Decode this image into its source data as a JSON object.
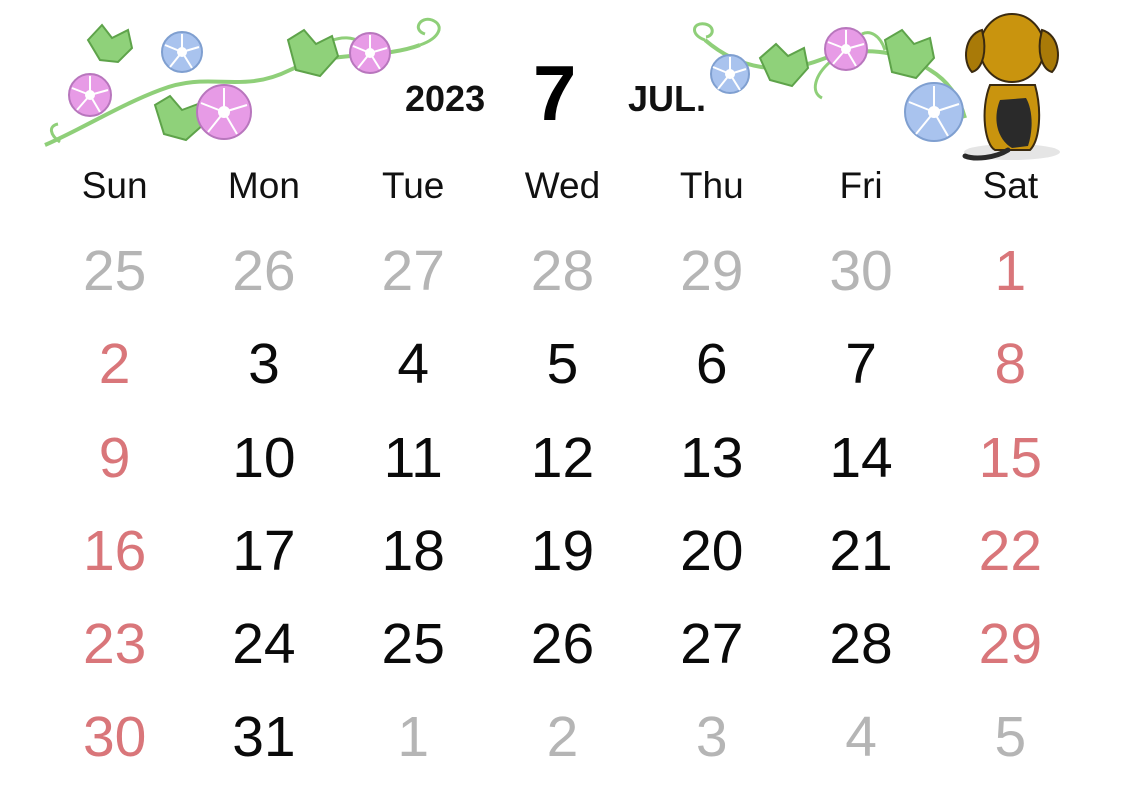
{
  "calendar": {
    "year": "2023",
    "month_number": "7",
    "month_name": "JUL.",
    "weekdays": [
      "Sun",
      "Mon",
      "Tue",
      "Wed",
      "Thu",
      "Fri",
      "Sat"
    ],
    "weeks": [
      [
        {
          "day": "25",
          "kind": "other"
        },
        {
          "day": "26",
          "kind": "other"
        },
        {
          "day": "27",
          "kind": "other"
        },
        {
          "day": "28",
          "kind": "other"
        },
        {
          "day": "29",
          "kind": "other"
        },
        {
          "day": "30",
          "kind": "other"
        },
        {
          "day": "1",
          "kind": "weekend"
        }
      ],
      [
        {
          "day": "2",
          "kind": "weekend"
        },
        {
          "day": "3",
          "kind": "weekday"
        },
        {
          "day": "4",
          "kind": "weekday"
        },
        {
          "day": "5",
          "kind": "weekday"
        },
        {
          "day": "6",
          "kind": "weekday"
        },
        {
          "day": "7",
          "kind": "weekday"
        },
        {
          "day": "8",
          "kind": "weekend"
        }
      ],
      [
        {
          "day": "9",
          "kind": "weekend"
        },
        {
          "day": "10",
          "kind": "weekday"
        },
        {
          "day": "11",
          "kind": "weekday"
        },
        {
          "day": "12",
          "kind": "weekday"
        },
        {
          "day": "13",
          "kind": "weekday"
        },
        {
          "day": "14",
          "kind": "weekday"
        },
        {
          "day": "15",
          "kind": "weekend"
        }
      ],
      [
        {
          "day": "16",
          "kind": "weekend"
        },
        {
          "day": "17",
          "kind": "weekday"
        },
        {
          "day": "18",
          "kind": "weekday"
        },
        {
          "day": "19",
          "kind": "weekday"
        },
        {
          "day": "20",
          "kind": "weekday"
        },
        {
          "day": "21",
          "kind": "weekday"
        },
        {
          "day": "22",
          "kind": "weekend"
        }
      ],
      [
        {
          "day": "23",
          "kind": "weekend"
        },
        {
          "day": "24",
          "kind": "weekday"
        },
        {
          "day": "25",
          "kind": "weekday"
        },
        {
          "day": "26",
          "kind": "weekday"
        },
        {
          "day": "27",
          "kind": "weekday"
        },
        {
          "day": "28",
          "kind": "weekday"
        },
        {
          "day": "29",
          "kind": "weekend"
        }
      ],
      [
        {
          "day": "30",
          "kind": "weekend"
        },
        {
          "day": "31",
          "kind": "weekday"
        },
        {
          "day": "1",
          "kind": "other"
        },
        {
          "day": "2",
          "kind": "other"
        },
        {
          "day": "3",
          "kind": "other"
        },
        {
          "day": "4",
          "kind": "other"
        },
        {
          "day": "5",
          "kind": "other"
        }
      ]
    ]
  },
  "colors": {
    "weekend": "#d9767a",
    "weekday": "#0a0a0a",
    "other_month": "#b5b5b5",
    "leaf": "#8fd17a",
    "morning_glory_pink": "#e79be6",
    "morning_glory_blue": "#a9c3ee",
    "puppy_tan": "#c9940e",
    "puppy_dark": "#2a2a2a"
  },
  "decorations": {
    "left_vine": "morning-glory-vine-illustration",
    "right_vine": "morning-glory-vine-illustration",
    "puppy": "puppy-from-behind-illustration"
  }
}
